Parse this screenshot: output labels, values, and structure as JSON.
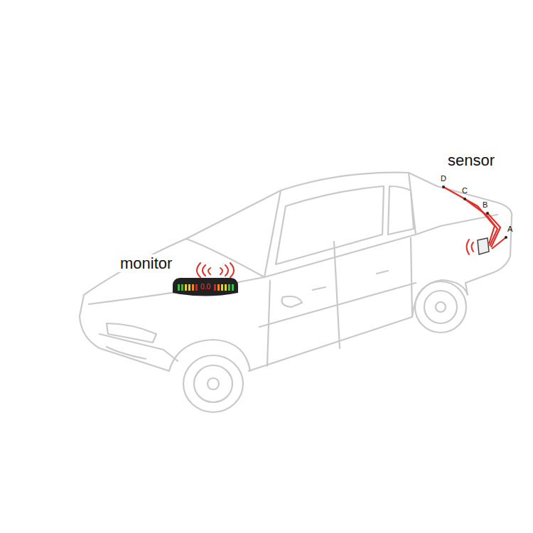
{
  "diagram": {
    "labels": [
      "sensor",
      "D",
      "C",
      "B",
      "A",
      "monitor",
      "0.0"
    ]
  }
}
